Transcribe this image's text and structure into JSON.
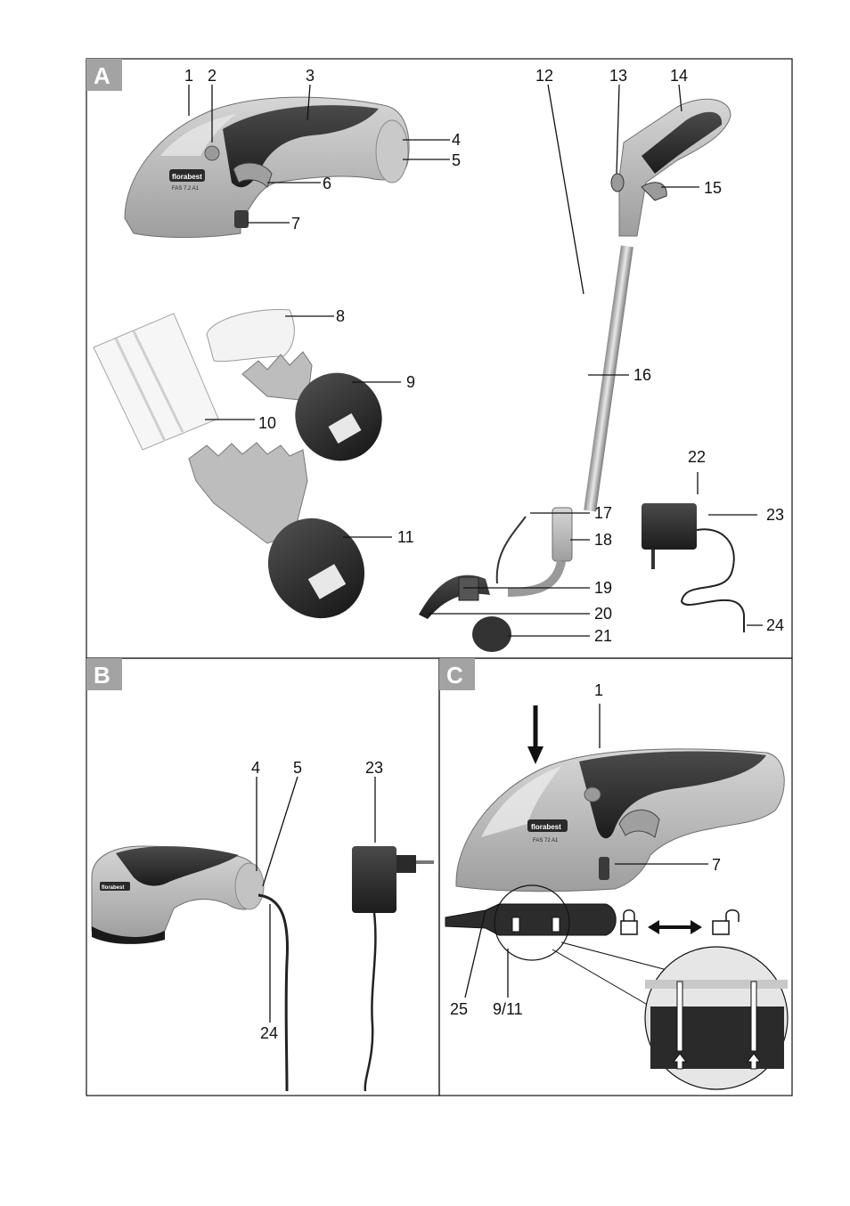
{
  "panels": {
    "a": {
      "tag": "A"
    },
    "b": {
      "tag": "B"
    },
    "c": {
      "tag": "C"
    }
  },
  "tool_brand": "florabest",
  "tool_model_a": "FAS 7.2 A1",
  "tool_model_c": "FAS 72 A1",
  "callouts_a": [
    "1",
    "2",
    "3",
    "4",
    "5",
    "6",
    "7",
    "8",
    "9",
    "10",
    "11",
    "12",
    "13",
    "14",
    "15",
    "16",
    "17",
    "18",
    "19",
    "20",
    "21",
    "22",
    "23",
    "24"
  ],
  "callouts_b": [
    "4",
    "5",
    "23",
    "24"
  ],
  "callouts_c": [
    "1",
    "7",
    "25",
    "9/11"
  ],
  "colors": {
    "tag_bg": "#a3a3a3",
    "tool_grey": "#b9b9b9",
    "tool_dark": "#2f2f2f"
  }
}
